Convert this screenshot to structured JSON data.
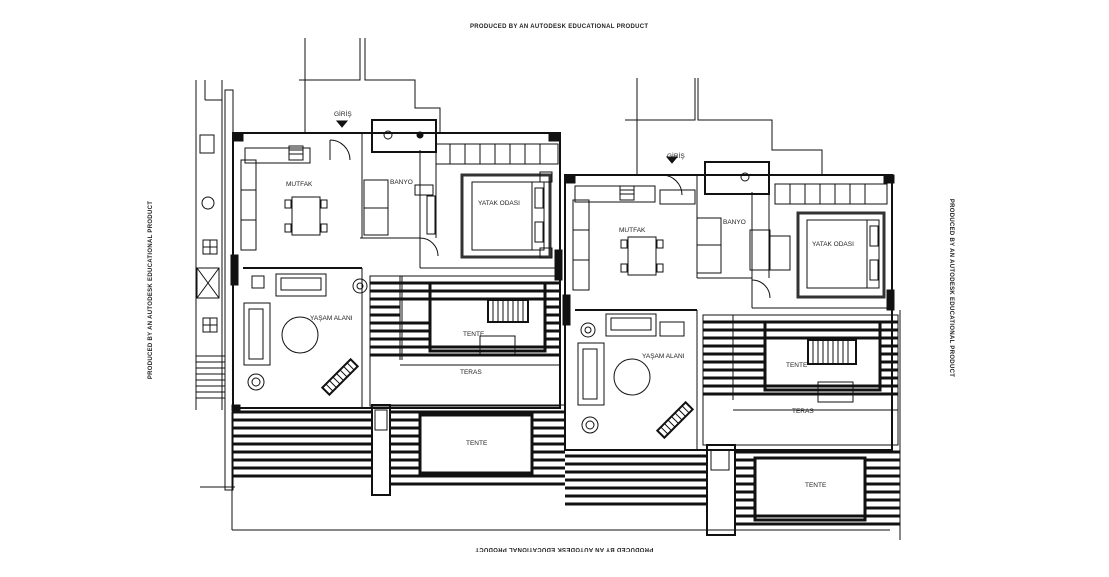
{
  "watermarks": {
    "top": "PRODUCED BY AN AUTODESK EDUCATIONAL PRODUCT",
    "bottom": "PRODUCED BY AN AUTODESK EDUCATIONAL PRODUCT",
    "left": "PRODUCED BY AN AUTODESK EDUCATIONAL PRODUCT",
    "right": "PRODUCED BY AN AUTODESK EDUCATIONAL PRODUCT"
  },
  "unit_a": {
    "entrance": "GİRİŞ",
    "kitchen": "MUTFAK",
    "bathroom": "BANYO",
    "bedroom": "YATAK ODASI",
    "living": "YAŞAM ALANI",
    "awning_1": "TENTE",
    "terrace": "TERAS",
    "awning_2": "TENTE"
  },
  "unit_b": {
    "entrance": "GİRİŞ",
    "kitchen": "MUTFAK",
    "bathroom": "BANYO",
    "bedroom": "YATAK ODASI",
    "living": "YAŞAM ALANI",
    "awning_1": "TENTE",
    "terrace": "TERAS",
    "awning_2": "TENTE"
  }
}
